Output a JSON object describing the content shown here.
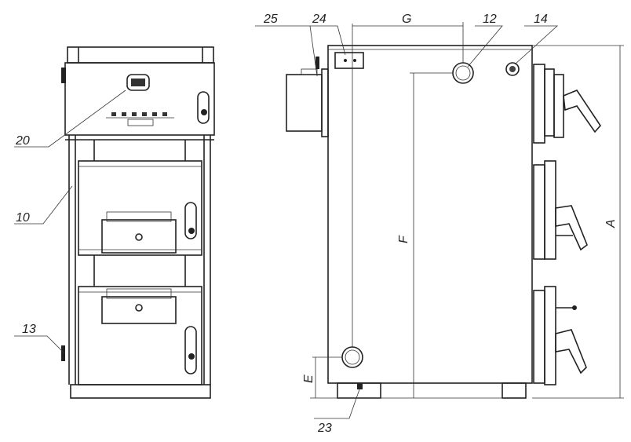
{
  "labels": {
    "l20": "20",
    "l10": "10",
    "l13": "13",
    "l25": "25",
    "l24": "24",
    "lG": "G",
    "l12": "12",
    "l14": "14",
    "lF": "F",
    "lA": "A",
    "lE": "E",
    "l23": "23"
  },
  "colors": {
    "line": "#222222",
    "background": "#ffffff"
  }
}
